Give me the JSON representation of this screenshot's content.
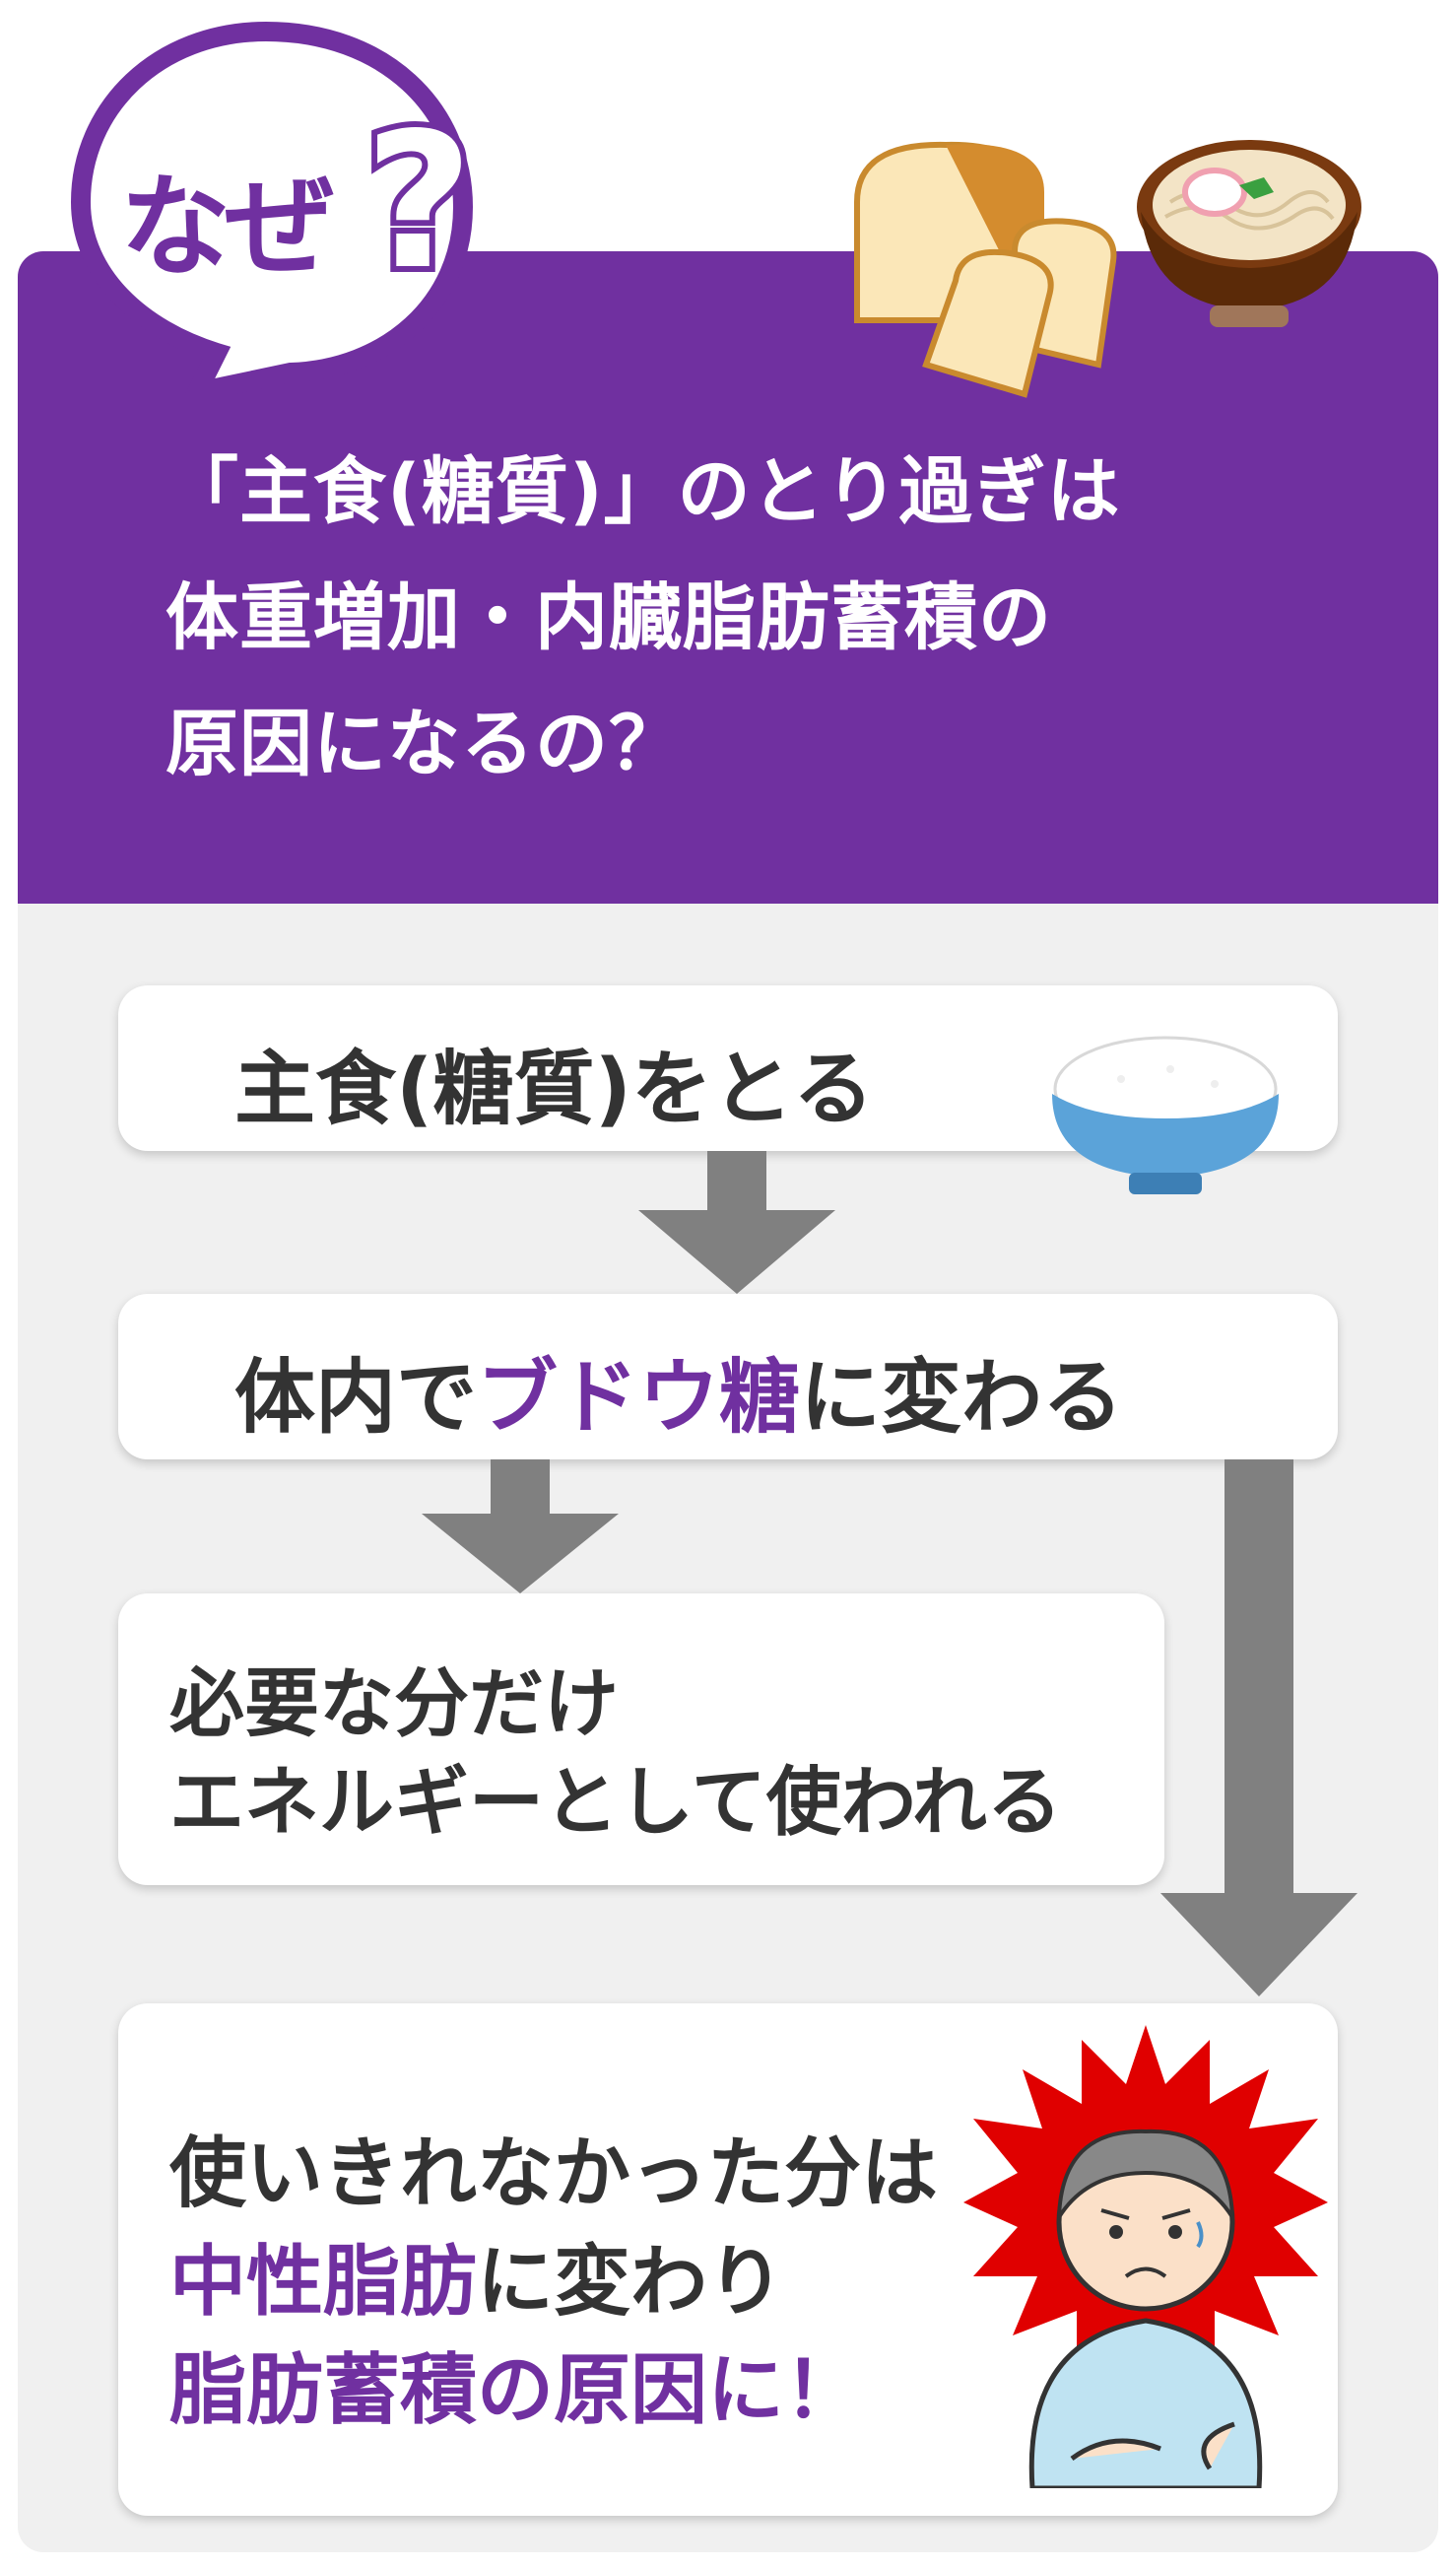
{
  "header": {
    "badge_text": "なぜ",
    "badge_mark": "?",
    "question_lines": [
      "「主食(糖質)」のとり過ぎは",
      "体重増加・内臓脂肪蓄積の",
      "原因になるの？"
    ]
  },
  "flow": {
    "step1": "主食(糖質)をとる",
    "step2": {
      "before": "体内で",
      "highlight": "ブドウ糖",
      "after": "に変わる"
    },
    "step3": {
      "line1": "必要な分だけ",
      "line2": "エネルギーとして使われる"
    },
    "step4": {
      "line1": "使いきれなかった分は",
      "line2_highlight": "中性脂肪",
      "line2_after": "に変わり",
      "line3": "脂肪蓄積の原因に！"
    }
  },
  "icons": {
    "bread": "bread-icon",
    "noodles": "noodle-bowl-icon",
    "rice": "rice-bowl-icon",
    "person": "worried-person-icon"
  },
  "colors": {
    "accent": "#7030a0",
    "background": "#f0f0f0",
    "arrow": "#808080",
    "alert": "#e00000"
  }
}
